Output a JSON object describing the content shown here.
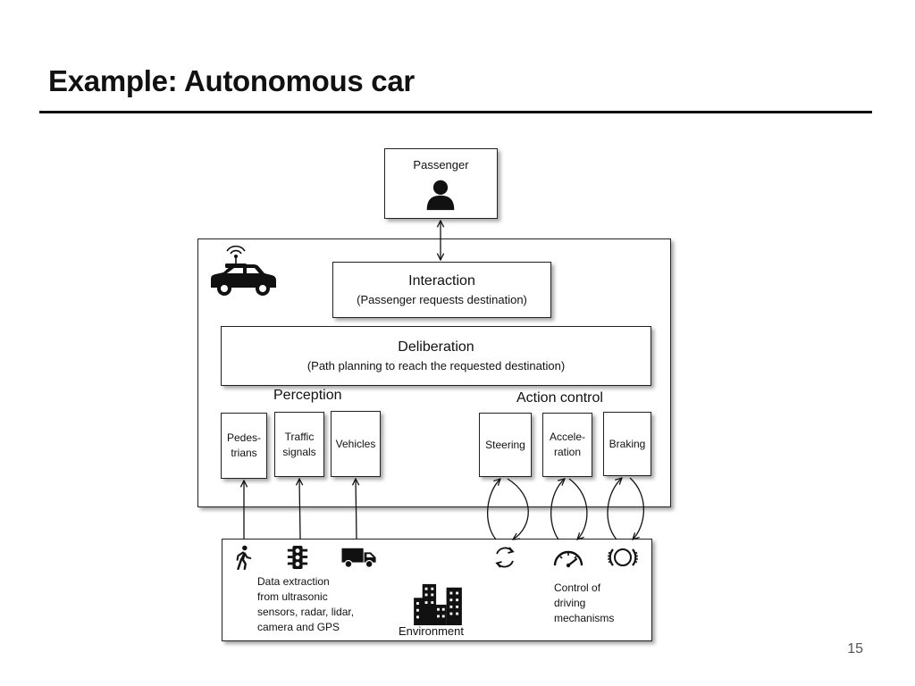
{
  "title": "Example: Autonomous car",
  "page_number": "15",
  "passenger": {
    "label": "Passenger",
    "icon": "person-icon"
  },
  "interaction": {
    "title": "Interaction",
    "subtitle": "(Passenger requests destination)"
  },
  "deliberation": {
    "title": "Deliberation",
    "subtitle": "(Path planning to reach the requested destination)"
  },
  "perception": {
    "label": "Perception",
    "items": [
      {
        "line1": "Pedes-",
        "line2": "trians"
      },
      {
        "line1": "Traffic",
        "line2": "signals"
      },
      {
        "line1": "Vehicles",
        "line2": ""
      }
    ]
  },
  "action_control": {
    "label": "Action control",
    "items": [
      {
        "line1": "Steering",
        "line2": ""
      },
      {
        "line1": "Accele-",
        "line2": "ration"
      },
      {
        "line1": "Braking",
        "line2": ""
      }
    ]
  },
  "environment": {
    "label": "Environment",
    "sensing_text": [
      "Data extraction",
      "from ultrasonic",
      "sensors, radar, lidar,",
      "camera and GPS"
    ],
    "control_text": [
      "Control of",
      "driving",
      "mechanisms"
    ],
    "icons": [
      "pedestrian-icon",
      "traffic-light-icon",
      "truck-icon",
      "steering-cycle-icon",
      "speedometer-icon",
      "brake-disc-icon",
      "city-buildings-icon"
    ]
  },
  "car_icon": "autonomous-car-icon"
}
